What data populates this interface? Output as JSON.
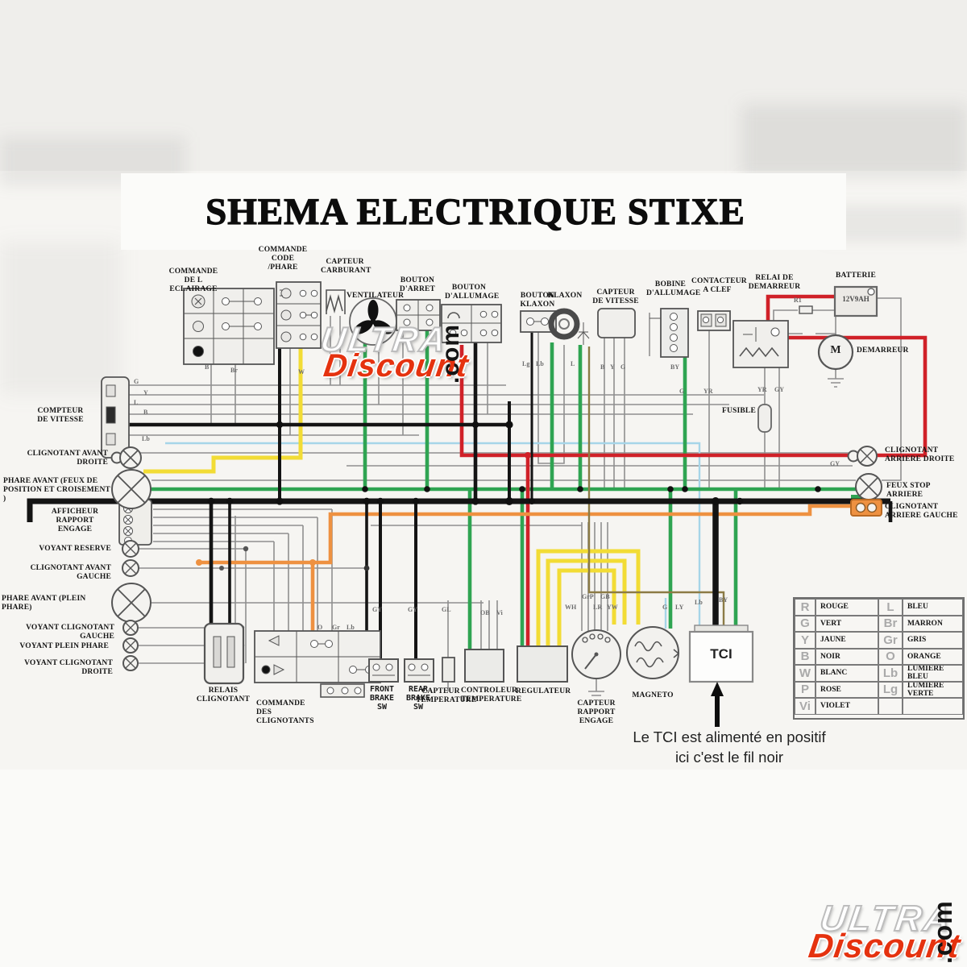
{
  "title": "SHEMA ELECTRIQUE STIXE",
  "watermark": {
    "ultra": "ULTRA",
    "discount": "Discount",
    "com": ".com"
  },
  "components_top": [
    "COMMANDE DE L ECLAIRAGE",
    "COMMANDE CODE /PHARE",
    "CAPTEUR CARBURANT",
    "VENTILATEUR",
    "BOUTON D'ARRET",
    "BOUTON D'ALLUMAGE",
    "BOUTON KLAXON",
    "KLAXON",
    "CAPTEUR DE VITESSE",
    "BOBINE D'ALLUMAGE",
    "CONTACTEUR A CLEF",
    "RELAI DE DEMARREUR",
    "BATTERIE",
    "DEMARREUR",
    "FUSIBLE"
  ],
  "labels_left": [
    "COMPTEUR DE VITESSE",
    "CLIGNOTANT AVANT DROITE",
    "PHARE AVANT (FEUX DE POSITION ET CROISEMENT )",
    "AFFICHEUR RAPPORT ENGAGE",
    "VOYANT RESERVE",
    "CLIGNOTANT AVANT GAUCHE",
    "PHARE AVANT (PLEIN PHARE)",
    "VOYANT CLIGNOTANT GAUCHE",
    "VOYANT PLEIN PHARE",
    "VOYANT CLIGNOTANT DROITE"
  ],
  "labels_right": [
    "CLIGNOTANT ARRIERE DROITE",
    "FEUX STOP ARRIERE",
    "CLIGNOTANT ARRIERE GAUCHE"
  ],
  "components_bottom": [
    "RELAIS CLIGNOTANT",
    "COMMANDE DES CLIGNOTANTS",
    "FRONT BRAKE SW",
    "REAR BRAKE SW",
    "CAPTEUR TEMPERATURE",
    "CONTROLEUR TEMPERATURE",
    "REGULATEUR",
    "CAPTEUR RAPPORT ENGAGE",
    "MAGNETO"
  ],
  "tci_label": "TCI",
  "battery_text": "12V9AH",
  "motor_letter": "M",
  "legend": {
    "rows": [
      {
        "c1": "R",
        "n1": "ROUGE",
        "c2": "L",
        "n2": "BLEU"
      },
      {
        "c1": "G",
        "n1": "VERT",
        "c2": "Br",
        "n2": "MARRON"
      },
      {
        "c1": "Y",
        "n1": "JAUNE",
        "c2": "Gr",
        "n2": "GRIS"
      },
      {
        "c1": "B",
        "n1": "NOIR",
        "c2": "O",
        "n2": "ORANGE"
      },
      {
        "c1": "W",
        "n1": "BLANC",
        "c2": "Lb",
        "n2": "LUMIERE BLEU"
      },
      {
        "c1": "P",
        "n1": "ROSE",
        "c2": "Lg",
        "n2": "LUMIERE VERTE"
      },
      {
        "c1": "Vi",
        "n1": "VIOLET",
        "c2": "",
        "n2": ""
      }
    ]
  },
  "note": {
    "line1": "Le TCI est alimenté en positif",
    "line2": "ici c'est le fil noir"
  },
  "wire_tags": {
    "b": "B",
    "br": "Br",
    "w": "W",
    "g": "G",
    "y": "Y",
    "l": "L",
    "lb": "Lb",
    "lg": "Lg",
    "o": "O",
    "gr": "Gr",
    "yr": "YR",
    "gy": "GY",
    "by": "BY",
    "gl": "GL",
    "ob": "OB",
    "vi": "Vi",
    "grp": "GrP",
    "gb": "GB",
    "wh": "WH",
    "lr": "LR",
    "yw": "YW",
    "ly": "LY",
    "r1": "R1"
  },
  "colors": {
    "wire_yellow": "#f2dc35",
    "wire_green": "#2fa452",
    "wire_red": "#d02128",
    "wire_orange": "#ee9141",
    "wire_lightblue": "#a6d5e8",
    "wire_black": "#141414",
    "wire_gray": "#8f8f8f",
    "watermark_red": "#e5320f"
  }
}
